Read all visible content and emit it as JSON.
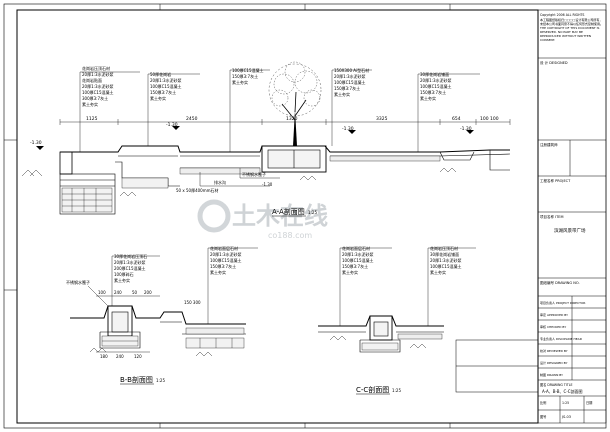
{
  "sections": {
    "aa": {
      "title": "A-A剖面图",
      "scale": "1:25"
    },
    "bb": {
      "title": "B-B剖面图",
      "scale": "1:25"
    },
    "cc": {
      "title": "C-C剖面图",
      "scale": "1:25"
    }
  },
  "aa_dims": [
    "1125",
    "2450",
    "1320",
    "3325",
    "654",
    "100 100"
  ],
  "aa_levels": [
    "-1.30",
    "-1.30",
    "-1.30",
    "-1.30"
  ],
  "aa_left_notes": [
    "花岗岩压顶石材",
    "20厚1:3水泥砂浆",
    "花岗岩贴面",
    "20厚1:3水泥砂浆",
    "100厚C15混凝土",
    "300厚3:7灰土",
    "素土夯实"
  ],
  "aa_mid_notes": [
    "50厚花岗岩",
    "20厚1:3水泥砂浆",
    "100厚C15混凝土",
    "150厚3:7灰土",
    "素土夯实"
  ],
  "aa_ctr_notes": [
    "100厚C15混凝土",
    "150厚3:7灰土",
    "素土夯实"
  ],
  "aa_right_notes": [
    "150X300 Ai型石材",
    "20厚1:3水泥砂浆",
    "100厚C15混凝土",
    "150厚3:7灰土",
    "素土夯实"
  ],
  "aa_far_notes": [
    "30厚花岗岩铺面",
    "20厚1:3水泥砂浆",
    "100厚C15混凝土",
    "150厚3:7灰土",
    "素土夯实"
  ],
  "aa_bottom_notes": [
    "50 x 50厚400mm石材",
    "不锈钢水篦子",
    "排水沟",
    "-1.30"
  ],
  "bb_notes": [
    "30厚花岗岩压顶石",
    "20厚1:3水泥砂浆",
    "200厚C15混凝土",
    "100厚碎石",
    "素土夯实",
    "花岗岩面层石材",
    "20厚1:3水泥砂浆",
    "100厚C15混凝土",
    "150厚3:7灰土",
    "素土夯实"
  ],
  "bb_left_notes": [
    "不锈钢水篦子"
  ],
  "bb_dims": [
    "100",
    "240",
    "50",
    "200",
    "150 300"
  ],
  "bb_bottom_dims": [
    "180",
    "240",
    "120"
  ],
  "cc_notes": [
    "花岗岩面层石材",
    "20厚1:3水泥砂浆",
    "100厚C15混凝土",
    "150厚3:7灰土",
    "素土夯实",
    "花岗岩压顶石材",
    "30厚花岗岩铺面",
    "20厚1:3水泥砂浆",
    "100厚C15混凝土",
    "素土夯实"
  ],
  "watermark": {
    "main": "土木在线",
    "sub": "co188.com"
  },
  "title_block": {
    "copyright": "Copyright 2006 ALL RIGHTS",
    "note_cn": "本工程图纸版权归□□□□设计有限公司所有，未经本公司书面同意不得以任何形式复制使用。",
    "note_en": "THE COPYRIGHT OF THIS DOCUMENT IS RESERVED. NO PART MAY BE REPRODUCED WITHOUT WRITTEN CONSENT.",
    "design_label": "设 计 DESIGNED",
    "stamp_label": "注册建筑师",
    "owner_label": "工程名称 PROJECT",
    "project_label": "项目名称 ITEM",
    "project_name": "滨湖风景带广场",
    "drawing_no_label": "图纸编号 DRAWING NO.",
    "rows": [
      "项目负责人 PROJECT DIRECTOR",
      "审定 APPROVED BY",
      "审核 CHECKED BY",
      "专业负责人 DISCIPLINE HEAD",
      "校对 REVIEWED BY",
      "设计 DESIGNED BY",
      "制图 DRAWN BY"
    ],
    "drawing_title_label": "图名 DRAWING TITLE",
    "drawing_title": "A-A、B-B、C-C剖面图",
    "scale_label": "比例",
    "scale": "1:25",
    "date_label": "日期",
    "sheet_label": "图号",
    "sheet_no": "JS-03"
  }
}
